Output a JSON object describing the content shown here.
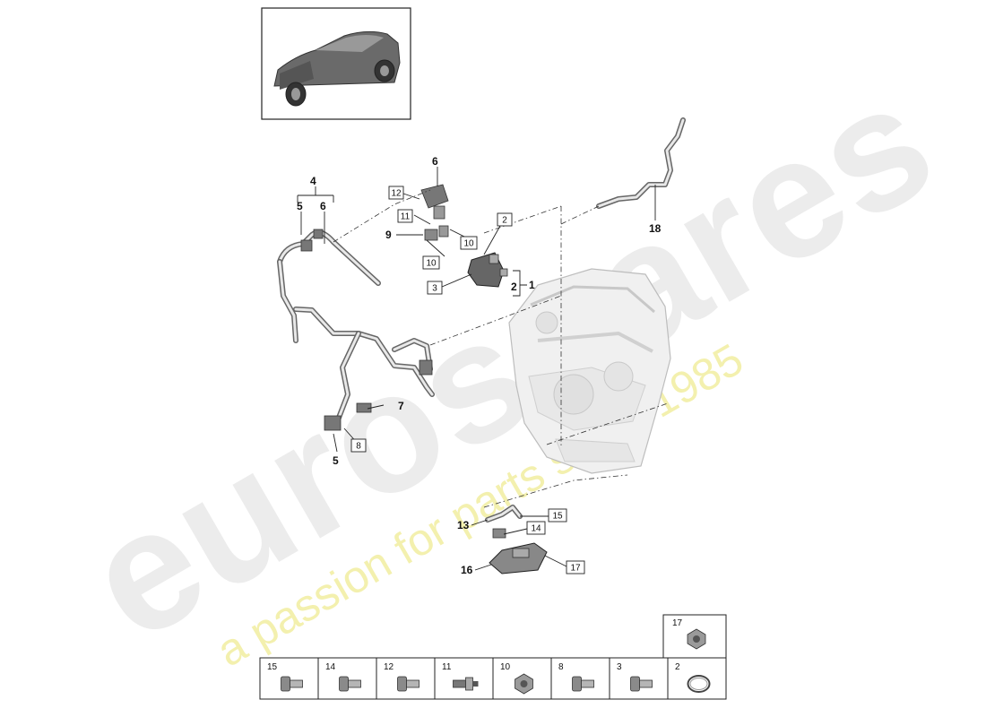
{
  "watermark": {
    "brand": "eurospares",
    "slogan": "a passion for parts since 1985"
  },
  "callouts": {
    "c1": "1",
    "c2": "2",
    "c4": "4",
    "c5a": "5",
    "c6a": "6",
    "c6b": "6",
    "c9": "9",
    "c7": "7",
    "c5b": "5",
    "c13": "13",
    "c16": "16",
    "c18": "18"
  },
  "boxes": {
    "b12": "12",
    "b11": "11",
    "b10a": "10",
    "b10b": "10",
    "b2": "2",
    "b3": "3",
    "b8": "8",
    "b15": "15",
    "b14": "14",
    "b17": "17"
  },
  "table": {
    "top_cell": {
      "num": "17",
      "icon": "nut-icon"
    },
    "cells": [
      {
        "num": "15",
        "icon": "bolt-icon"
      },
      {
        "num": "14",
        "icon": "bolt-icon"
      },
      {
        "num": "12",
        "icon": "bolt-icon"
      },
      {
        "num": "11",
        "icon": "sensor-icon"
      },
      {
        "num": "10",
        "icon": "nut-icon"
      },
      {
        "num": "8",
        "icon": "bolt-icon"
      },
      {
        "num": "3",
        "icon": "bolt-icon"
      },
      {
        "num": "2",
        "icon": "seal-ring-icon"
      }
    ]
  }
}
